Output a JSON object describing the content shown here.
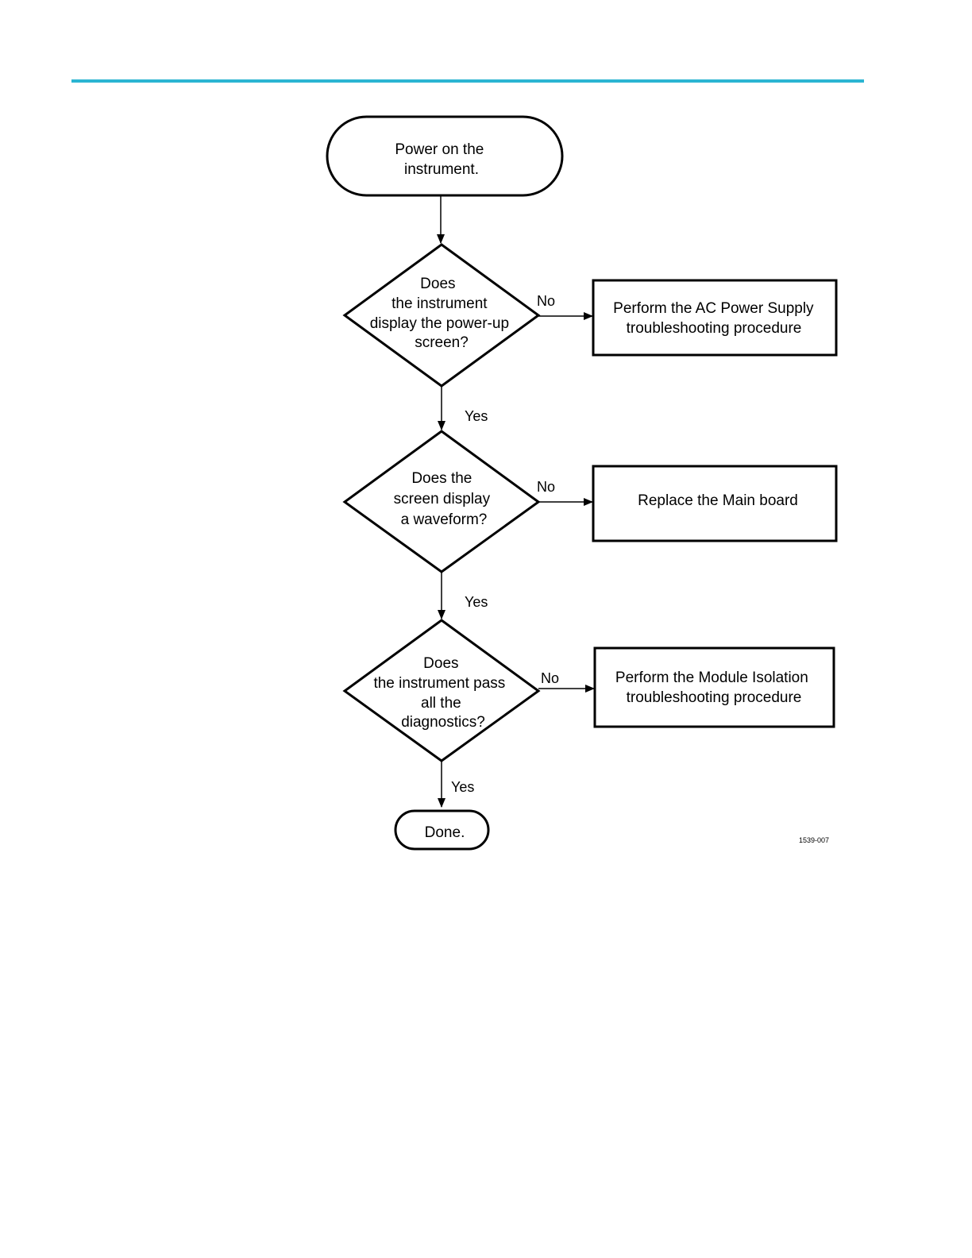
{
  "header": {
    "rule_color": "#2bb5d2"
  },
  "flowchart": {
    "start": {
      "lines": [
        "Power on the",
        "instrument."
      ]
    },
    "decision_1": {
      "lines": [
        "Does",
        "the instrument",
        "display the power-up",
        "screen?"
      ]
    },
    "decision_2": {
      "lines": [
        "Does the",
        "screen display",
        "a waveform?"
      ]
    },
    "decision_3": {
      "lines": [
        "Does",
        "the instrument pass",
        "all the",
        "diagnostics?"
      ]
    },
    "action_1": {
      "lines": [
        "Perform the AC Power Supply",
        "troubleshooting procedure"
      ]
    },
    "action_2": {
      "lines": [
        "Replace the Main board"
      ]
    },
    "action_3": {
      "lines": [
        "Perform the Module Isolation",
        "troubleshooting procedure"
      ]
    },
    "end": {
      "lines": [
        "Done."
      ]
    },
    "edge_labels": {
      "no_1": "No",
      "yes_1": "Yes",
      "no_2": "No",
      "yes_2": "Yes",
      "no_3": "No",
      "yes_3": "Yes"
    },
    "figure_id": "1539-007"
  }
}
